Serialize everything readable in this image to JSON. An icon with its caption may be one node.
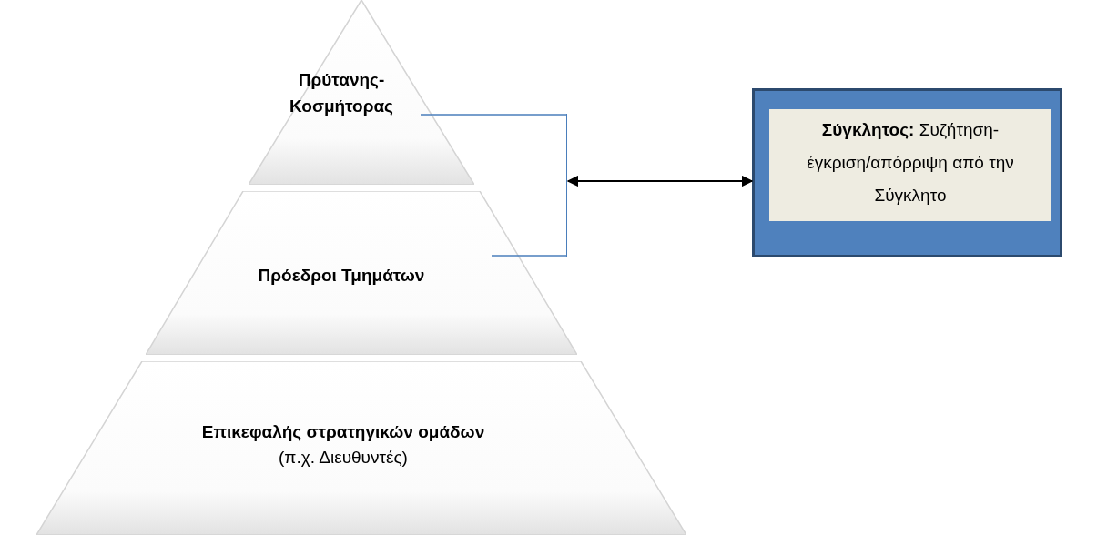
{
  "diagram": {
    "nodes": [
      {
        "text": [
          "Πρύτανης- Κοσμήτορας"
        ]
      },
      {
        "text": [
          "Πρόεδροι Τμημάτων"
        ]
      },
      {
        "text": [
          "Επικεφαλής στρατηγικών ομάδων",
          "(π.χ. Διευθυντές)"
        ]
      },
      {
        "text": [
          "**Σύγκλητος:** Συζήτηση- έγκριση/απόρριψη από την Σύγκλητο"
        ]
      },
      {
        "text": [],
        "shape": "bracket"
      }
    ],
    "edges": [
      {
        "from": 0,
        "to": 4,
        "arrow": "none"
      },
      {
        "from": 1,
        "to": 4,
        "arrow": "none"
      },
      {
        "from": 4,
        "to": 3,
        "arrow": "both",
        "color": "#000000"
      }
    ]
  }
}
